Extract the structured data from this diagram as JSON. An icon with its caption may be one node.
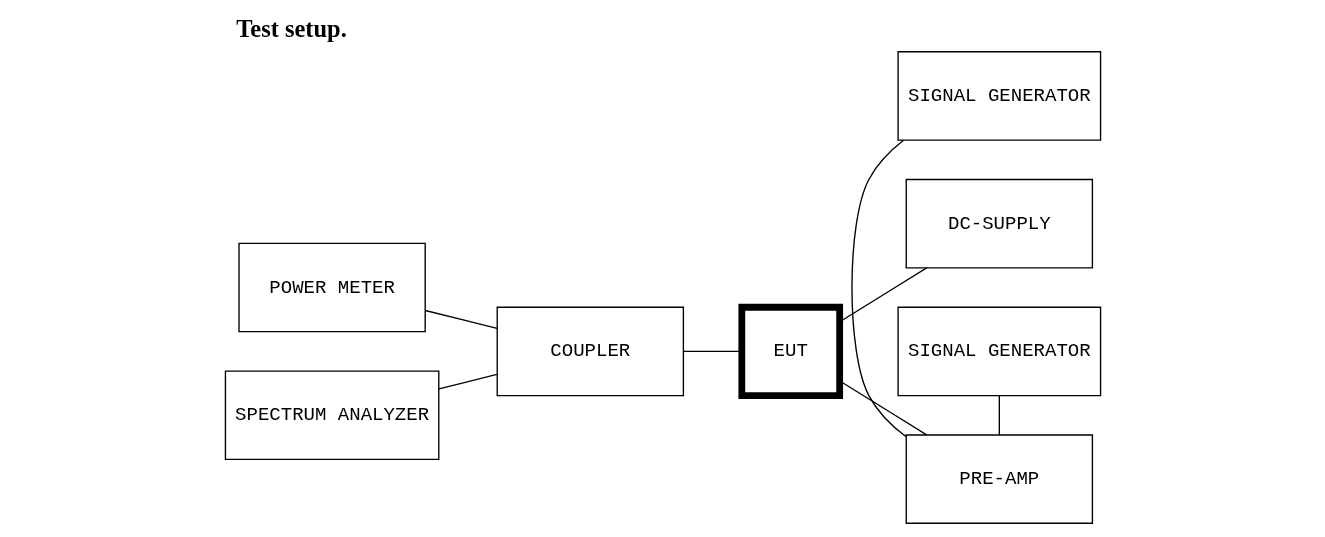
{
  "diagram": {
    "title": "Test setup.",
    "nodes": [
      {
        "text": [
          "SIGNAL GENERATOR"
        ]
      },
      {
        "text": [
          "SIGNAL GENERATOR"
        ]
      },
      {
        "text": [
          "POWER METER"
        ]
      },
      {
        "text": [
          "COUPLER"
        ]
      },
      {
        "text": [
          "EUT"
        ]
      },
      {
        "text": [
          "PRE-AMP"
        ]
      },
      {
        "text": [
          "SPECTRUM ANALYZER"
        ]
      },
      {
        "text": [
          "DC-SUPPLY"
        ]
      }
    ],
    "edges": [
      {
        "from": 0,
        "to": 5,
        "arrow": "none"
      },
      {
        "from": 1,
        "to": 5,
        "arrow": "none"
      },
      {
        "from": 2,
        "to": 3,
        "arrow": "none"
      },
      {
        "from": 3,
        "to": 4,
        "arrow": "none"
      },
      {
        "from": 6,
        "to": 3,
        "arrow": "none"
      },
      {
        "from": 4,
        "to": 5,
        "arrow": "none"
      },
      {
        "from": 4,
        "to": 7,
        "arrow": "none"
      }
    ]
  }
}
